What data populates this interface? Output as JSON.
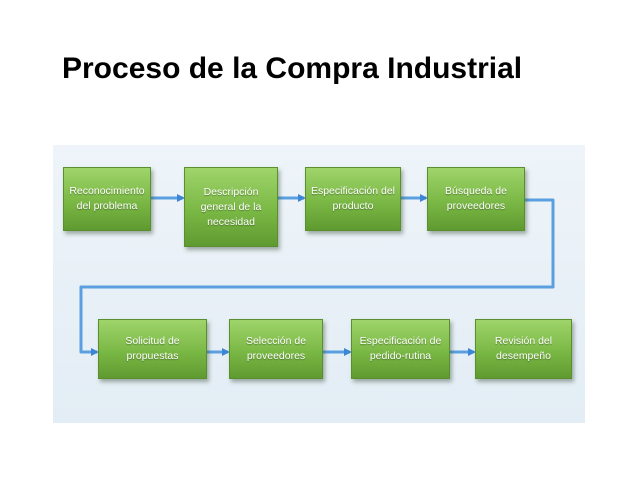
{
  "title": "Proceso de la Compra Industrial",
  "steps": [
    {
      "label": "Reconocimiento\ndel problema"
    },
    {
      "label": "Descripción\ngeneral de la\nnecesidad"
    },
    {
      "label": "Especificación del\nproducto"
    },
    {
      "label": "Búsqueda de\nproveedores"
    },
    {
      "label": "Solicitud de\npropuestas"
    },
    {
      "label": "Selección de\nproveedores"
    },
    {
      "label": "Especificación de\npedido-rutina"
    },
    {
      "label": "Revisión del\ndesempeño"
    }
  ],
  "colors": {
    "box": "#7ab845",
    "arrow": "#4a90d9",
    "background": "#e8f0f7"
  }
}
